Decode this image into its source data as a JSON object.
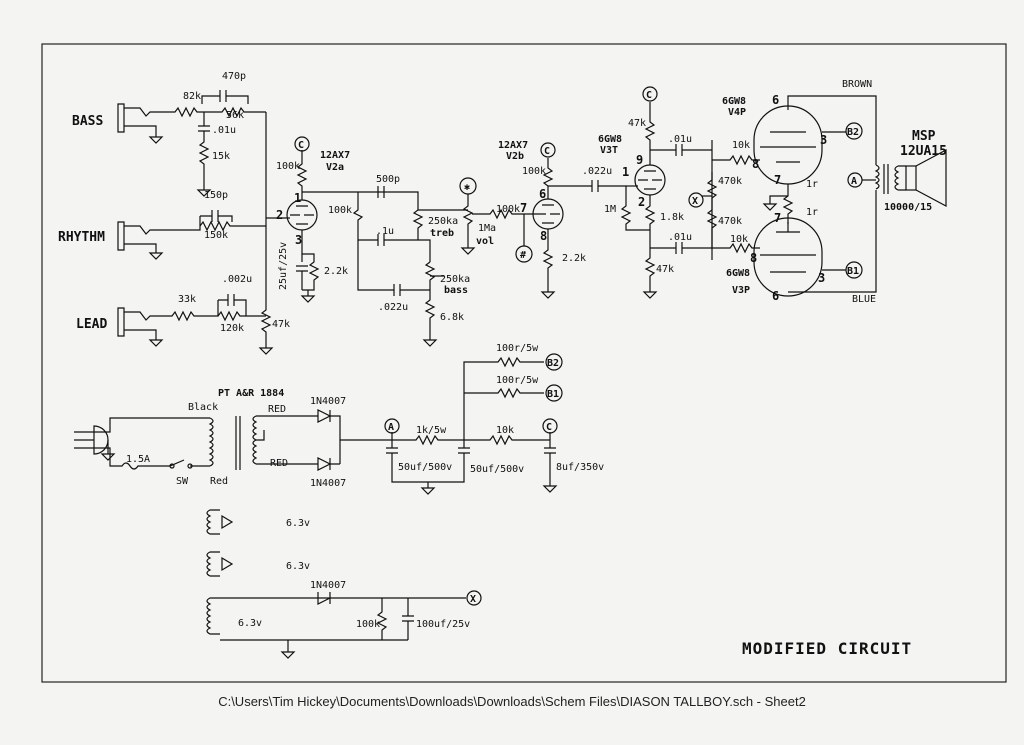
{
  "title": "MODIFIED CIRCUIT",
  "footer": "C:\\Users\\Tim Hickey\\Documents\\Downloads\\Downloads\\Schem Files\\DIASON TALLBOY.sch  -  Sheet2",
  "inputs": {
    "bass": "BASS",
    "rhythm": "RHYTHM",
    "lead": "LEAD"
  },
  "components": {
    "r82k": "82k",
    "c470p": "470p",
    "r56k": "56k",
    "c01u_a": ".01u",
    "r15k": "15k",
    "c150p": "150p",
    "r150k": "150k",
    "c002u": ".002u",
    "r33k": "33k",
    "r120k": "120k",
    "r47k_a": "47k",
    "r100k_a": "100k",
    "c25uf": "25uf/25v",
    "r2k2_a": "2.2k",
    "c500p": "500p",
    "r100k_b": "100k",
    "c1u": ".1u",
    "p250ka_treb": "250ka",
    "treb": "treb",
    "p250ka_bass": "250ka",
    "bass": "bass",
    "c022u_a": ".022u",
    "r6k8": "6.8k",
    "r100k_c": "100k",
    "p1ma": "1Ma",
    "vol": "vol",
    "r100k_d": "100k",
    "r2k2_b": "2.2k",
    "c022u_b": ".022u",
    "r47k_b": "47k",
    "r1m": "1M",
    "r1k8": "1.8k",
    "r47k_c": "47k",
    "c01u_b": ".01u",
    "c01u_c": ".01u",
    "r470k_a": "470k",
    "r470k_b": "470k",
    "r10k_a": "10k",
    "r10k_b": "10k",
    "r1r_a": "1r",
    "r1r_b": "1r",
    "brown": "BROWN",
    "blue": "BLUE",
    "msp": "MSP",
    "spk": "12UA15",
    "ratio": "10000/15"
  },
  "tubes": {
    "v2a_type": "12AX7",
    "v2a": "V2a",
    "v2b_type": "12AX7",
    "v2b": "V2b",
    "v3t_type": "6GW8",
    "v3t": "V3T",
    "v4p_type": "6GW8",
    "v4p": "V4P",
    "v3p_type": "6GW8",
    "v3p": "V3P"
  },
  "pins": {
    "p1": "1",
    "p2": "2",
    "p3": "3",
    "p6": "6",
    "p7": "7",
    "p8": "8",
    "p9": "9",
    "p1b": "1",
    "p2b": "2",
    "p6a": "6",
    "p3a": "3",
    "p8a": "8",
    "p7a": "7",
    "p7b": "7",
    "p8b": "8",
    "p3b": "3",
    "p6b": "6"
  },
  "nodes": {
    "a": "A",
    "b1": "B1",
    "b2": "B2",
    "c": "C",
    "x": "X",
    "star": "✱",
    "hash": "#"
  },
  "power": {
    "pt": "PT A&R 1884",
    "black": "Black",
    "red1": "RED",
    "red2": "RED",
    "red3": "Red",
    "fuse": "1.5A",
    "sw": "SW",
    "d1": "1N4007",
    "d2": "1N4007",
    "d3": "1N4007",
    "r100r_1": "100r/5w",
    "r100r_2": "100r/5w",
    "r1k5w": "1k/5w",
    "r10k": "10k",
    "c50uf_1": "50uf/500v",
    "c50uf_2": "50uf/500v",
    "c8uf": "8uf/350v",
    "h1": "6.3v",
    "h2": "6.3v",
    "h3": "6.3v",
    "r100k": "100k",
    "c100uf": "100uf/25v"
  }
}
